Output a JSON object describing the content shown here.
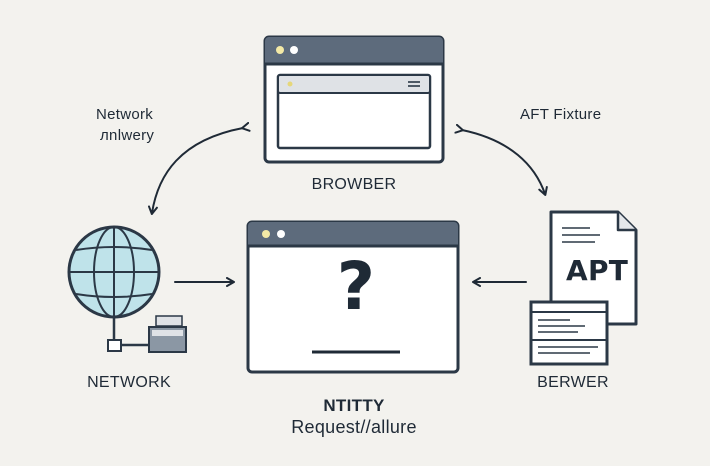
{
  "labels": {
    "network_query_line1": "Network",
    "network_query_line2": "лnlwery",
    "api_fixture": "AFT Fixture",
    "browser": "BROWBER",
    "network": "NETWORK",
    "server": "BERWER",
    "center_line1": "NTITTY",
    "center_line2": "Request//allure",
    "document_text": "APT",
    "center_symbol": "?"
  },
  "colors": {
    "background": "#f3f2ee",
    "window_titlebar": "#5d6b7c",
    "outline": "#2b3846",
    "globe_fill": "#bfe3ea",
    "dot": "#f3e9a6"
  },
  "icons": [
    "browser-window-icon",
    "globe-icon",
    "network-box-icon",
    "document-icon",
    "server-sheet-icon",
    "question-mark-icon"
  ]
}
